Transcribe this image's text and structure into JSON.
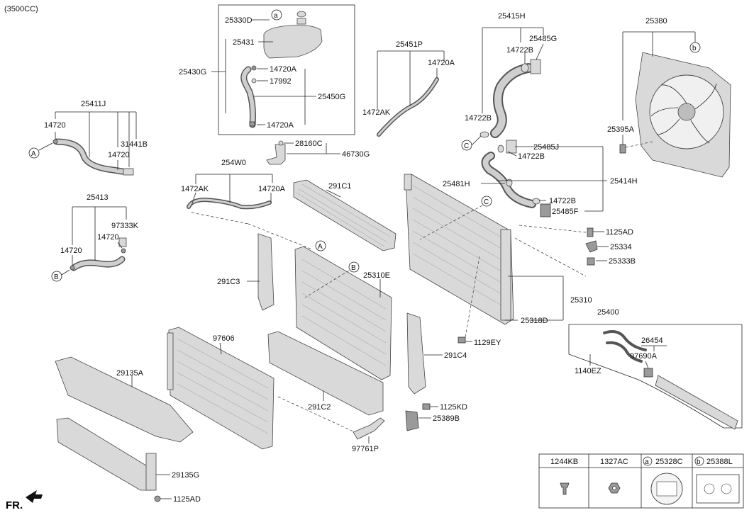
{
  "engine": "(3500CC)",
  "front_marker": "FR.",
  "callouts": {
    "a": "a",
    "b": "b",
    "A": "A",
    "B": "B",
    "C": "C"
  },
  "parts": {
    "p25330D": "25330D",
    "p25431": "25431",
    "p25430G": "25430G",
    "p14720A_1": "14720A",
    "p17992": "17992",
    "p25450G": "25450G",
    "p14720A_2": "14720A",
    "p25451P": "25451P",
    "p14720A_3": "14720A",
    "p1472AK_1": "1472AK",
    "p25415H": "25415H",
    "p25485G_1": "25485G",
    "p14722B_1": "14722B",
    "p14722B_2": "14722B",
    "p25380": "25380",
    "p25395A": "25395A",
    "p25411J": "25411J",
    "p14720_1": "14720",
    "p31441B": "31441B",
    "p14720_2": "14720",
    "p28160C": "28160C",
    "p46730G": "46730G",
    "p25485J": "25485J",
    "p14722B_3": "14722B",
    "p25481H": "25481H",
    "p25414H": "25414H",
    "p14722B_4": "14722B",
    "p25485F": "25485F",
    "p254W0": "254W0",
    "p1472AK_2": "1472AK",
    "p14720A_4": "14720A",
    "p291C1": "291C1",
    "p25413": "25413",
    "p97333K": "97333K",
    "p14720_3": "14720",
    "p14720_4": "14720",
    "p1125AD_1": "1125AD",
    "p25334": "25334",
    "p25333B": "25333B",
    "p291C3": "291C3",
    "p25310E": "25310E",
    "p25310": "25310",
    "p25318D": "25318D",
    "p25400": "25400",
    "p26454": "26454",
    "p97690A": "97690A",
    "p1140EZ": "1140EZ",
    "p1129EY": "1129EY",
    "p291C4": "291C4",
    "p97606": "97606",
    "p29135A": "29135A",
    "p291C2": "291C2",
    "p1125KD": "1125KD",
    "p25389B": "25389B",
    "p97761P": "97761P",
    "p29135G": "29135G",
    "p1125AD_2": "1125AD"
  },
  "legend_table": {
    "headers": [
      "1244KB",
      "1327AC",
      "25328C",
      "25388L"
    ],
    "header_callouts": [
      "",
      "",
      "a",
      "b"
    ]
  }
}
